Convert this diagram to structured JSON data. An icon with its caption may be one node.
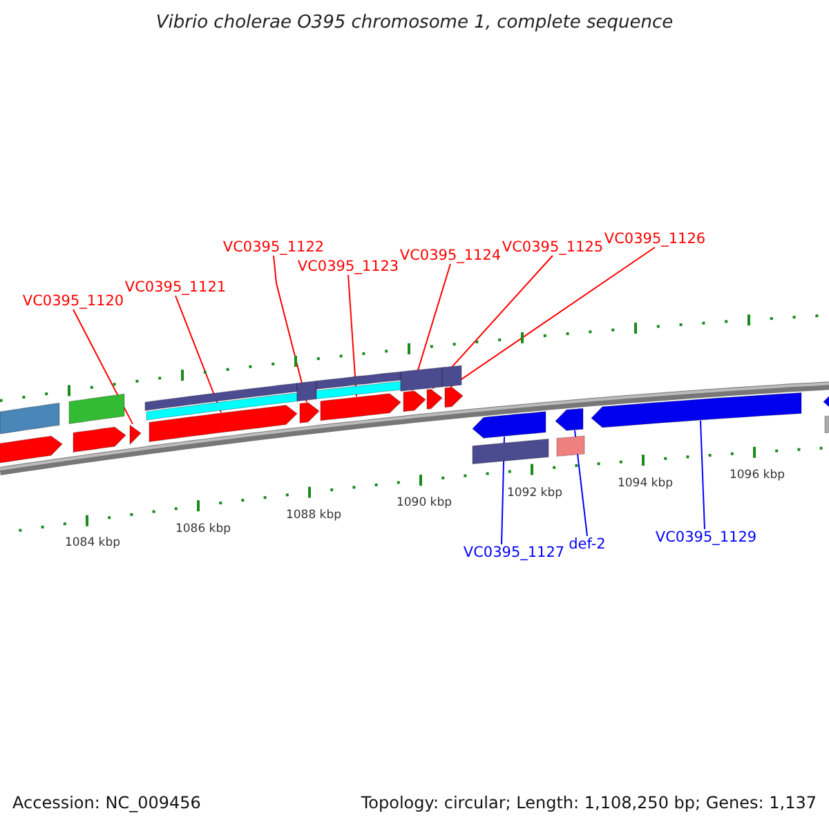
{
  "diagram": {
    "title": "Vibrio cholerae O395 chromosome 1, complete sequence",
    "nodes": [
      {
        "text": [
          "VC0395_1120"
        ]
      },
      {
        "text": [
          "VC0395_1121"
        ]
      },
      {
        "text": [
          "VC0395_1122"
        ]
      },
      {
        "text": [
          "VC0395_1123"
        ]
      },
      {
        "text": [
          "VC0395_1124"
        ]
      },
      {
        "text": [
          "VC0395_1125"
        ]
      },
      {
        "text": [
          "VC0395_1126"
        ]
      },
      {
        "text": [
          "VC0395_1127"
        ]
      },
      {
        "text": [
          "def-2"
        ]
      },
      {
        "text": [
          "VC0395_1129"
        ]
      },
      {
        "text": [],
        "shape": "bar"
      },
      {
        "text": [],
        "shape": "arrow"
      },
      {
        "text": [],
        "shape": "bar"
      },
      {
        "text": [],
        "shape": "arrow"
      },
      {
        "text": [],
        "shape": "arrow"
      },
      {
        "text": [],
        "shape": "bar"
      },
      {
        "text": [],
        "shape": "bar"
      },
      {
        "text": [],
        "shape": "arrow"
      },
      {
        "text": [],
        "shape": "bar"
      },
      {
        "text": [],
        "shape": "arrow"
      },
      {
        "text": [],
        "shape": "bar"
      },
      {
        "text": [],
        "shape": "bar"
      },
      {
        "text": [],
        "shape": "arrow"
      },
      {
        "text": [],
        "shape": "bar"
      },
      {
        "text": [],
        "shape": "arrow"
      },
      {
        "text": [],
        "shape": "arrow"
      },
      {
        "text": [],
        "shape": "bar"
      },
      {
        "text": [],
        "shape": "arrow"
      },
      {
        "text": [],
        "shape": "arrow"
      },
      {
        "text": [],
        "shape": "bar"
      },
      {
        "text": [],
        "shape": "arrow"
      },
      {
        "text": [],
        "shape": "bar"
      },
      {
        "text": [],
        "shape": "arrow"
      },
      {
        "text": [],
        "shape": "arrow"
      },
      {
        "text": [],
        "shape": "bar"
      }
    ],
    "edges": [
      {
        "from": 0,
        "to": 14,
        "arrow": "none"
      },
      {
        "from": 1,
        "to": 17,
        "arrow": "none"
      },
      {
        "from": 2,
        "to": 19,
        "arrow": "none"
      },
      {
        "from": 3,
        "to": 22,
        "arrow": "none"
      },
      {
        "from": 4,
        "to": 24,
        "arrow": "none"
      },
      {
        "from": 5,
        "to": 25,
        "arrow": "none"
      },
      {
        "from": 6,
        "to": 27,
        "arrow": "none"
      },
      {
        "from": 7,
        "to": 28,
        "arrow": "none",
        "color": "#0000ff"
      },
      {
        "from": 8,
        "to": 30,
        "arrow": "none",
        "color": "#0000ff"
      },
      {
        "from": 9,
        "to": 32,
        "arrow": "none",
        "color": "#0000ff"
      }
    ],
    "labels": [
      "1084 kbp",
      "1086 kbp",
      "1088 kbp",
      "1090 kbp",
      "1092 kbp",
      "1094 kbp",
      "1096 kbp",
      "Accession: NC_009456",
      "Topology: circular; Length: 1,108,250 bp; Genes: 1,137"
    ]
  }
}
